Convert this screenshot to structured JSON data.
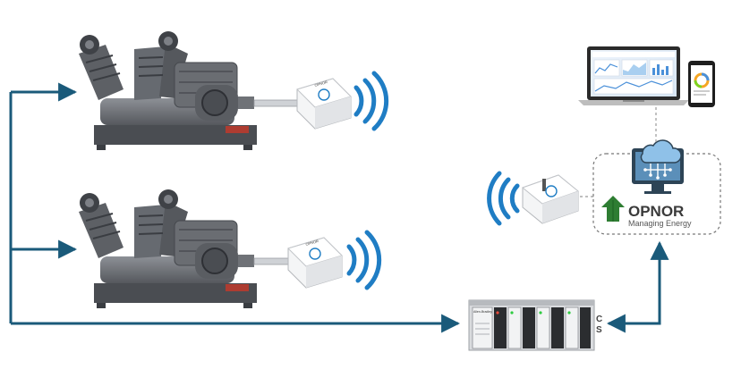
{
  "brand": {
    "name": "OPNOR",
    "tagline": "Managing Energy",
    "color": "#2e7d32"
  },
  "sensor": {
    "label": "OPNOR"
  },
  "plc": {
    "brand_label": "Allen-Bradley",
    "side_text_line1": "C",
    "side_text_line2": "S"
  },
  "colors": {
    "arrow": "#1a5a7a",
    "wifi": "#1f7dc4",
    "machine": "#6f7277",
    "machine_dark": "#3f4247",
    "cloud_box_border": "#777777"
  },
  "icons": {
    "compressor": "air-compressor-icon",
    "sensor": "wireless-sensor-icon",
    "wifi": "wifi-signal-icon",
    "gateway": "gateway-icon",
    "laptop": "laptop-dashboard-icon",
    "phone": "mobile-phone-icon",
    "cloud": "cloud-monitor-icon",
    "plc": "plc-rack-icon"
  }
}
